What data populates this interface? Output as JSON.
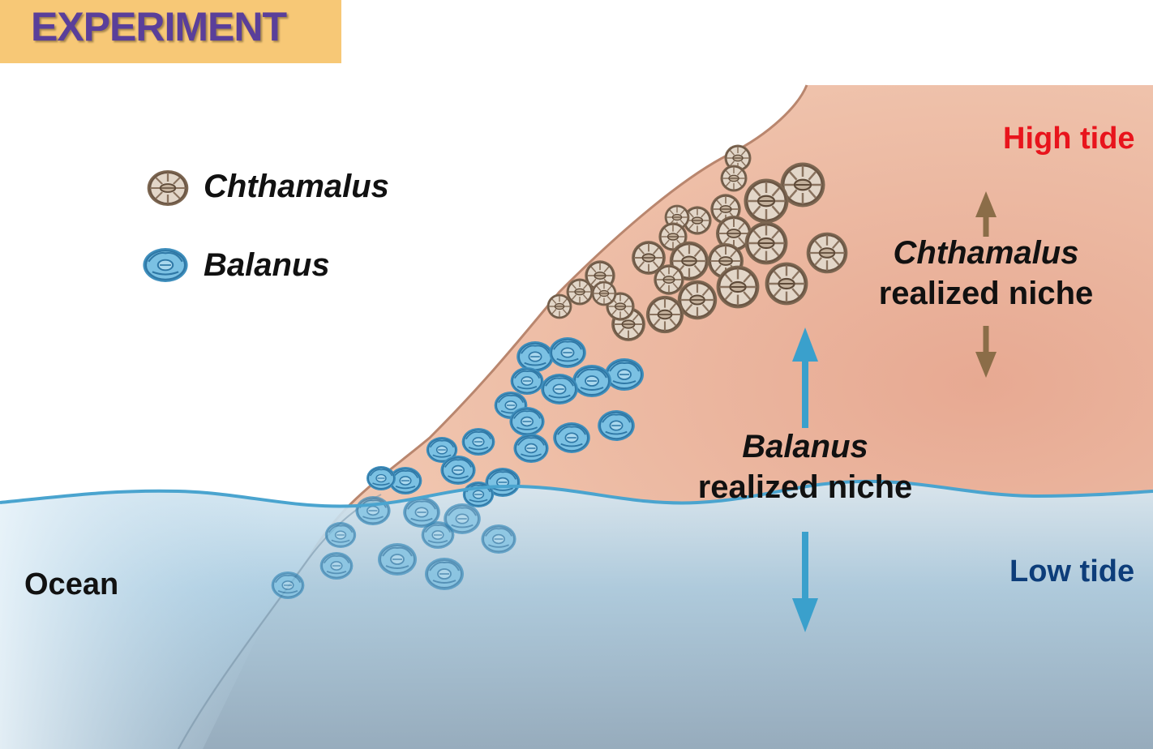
{
  "header": {
    "title": "EXPERIMENT"
  },
  "legend": {
    "items": [
      {
        "label": "Chthamalus",
        "icon": "chthamalus-barnacle-icon",
        "color": "#8a735f"
      },
      {
        "label": "Balanus",
        "icon": "balanus-barnacle-icon",
        "color": "#5aa7cf"
      }
    ]
  },
  "labels": {
    "high_tide": "High tide",
    "low_tide": "Low tide",
    "ocean": "Ocean",
    "chthamalus_niche": {
      "species": "Chthamalus",
      "text": "realized niche"
    },
    "balanus_niche": {
      "species": "Balanus",
      "text": "realized niche"
    }
  },
  "colors": {
    "banner": "#f7c876",
    "title": "#5a3f9a",
    "rock": "#eec1aa",
    "water": "#a9c9dd",
    "waterline": "#4aa4cf",
    "chthamalus_arrow": "#8b6d48",
    "balanus_arrow": "#3aa0cc",
    "high_tide": "#e8141c",
    "low_tide": "#0d3d7a"
  }
}
